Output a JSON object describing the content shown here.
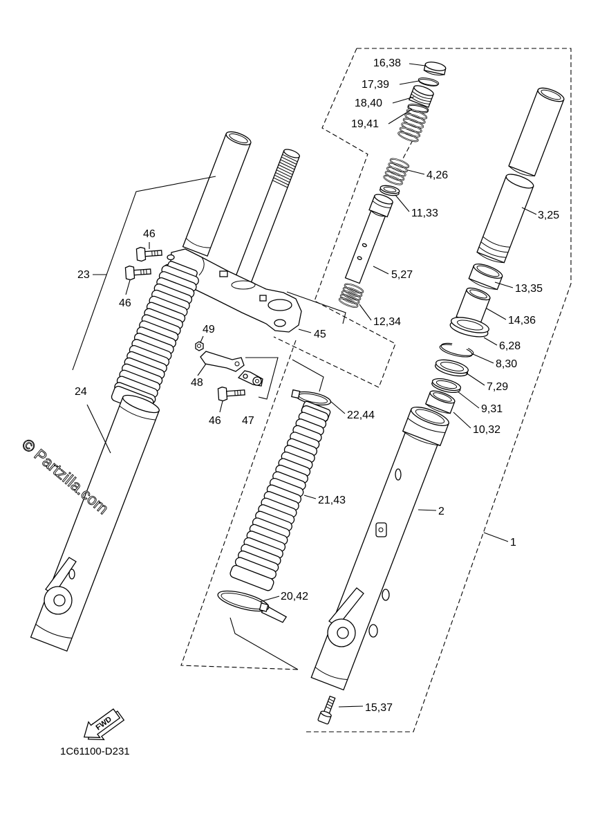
{
  "colors": {
    "background": "#ffffff",
    "line": "#000000"
  },
  "watermark": "© Partzilla.com",
  "drawing_code": "1C61100-D231",
  "fwd_label": "FWD",
  "callouts": [
    {
      "text": "16,38"
    },
    {
      "text": "17,39"
    },
    {
      "text": "18,40"
    },
    {
      "text": "19,41"
    },
    {
      "text": "4,26"
    },
    {
      "text": "11,33"
    },
    {
      "text": "3,25"
    },
    {
      "text": "5,27"
    },
    {
      "text": "13,35"
    },
    {
      "text": "12,34"
    },
    {
      "text": "14,36"
    },
    {
      "text": "6,28"
    },
    {
      "text": "8,30"
    },
    {
      "text": "7,29"
    },
    {
      "text": "9,31"
    },
    {
      "text": "10,32"
    },
    {
      "text": "22,44"
    },
    {
      "text": "21,43"
    },
    {
      "text": "2"
    },
    {
      "text": "1"
    },
    {
      "text": "20,42"
    },
    {
      "text": "15,37"
    },
    {
      "text": "23"
    },
    {
      "text": "24"
    },
    {
      "text": "46"
    },
    {
      "text": "46"
    },
    {
      "text": "46"
    },
    {
      "text": "49"
    },
    {
      "text": "48"
    },
    {
      "text": "47"
    },
    {
      "text": "45"
    }
  ]
}
